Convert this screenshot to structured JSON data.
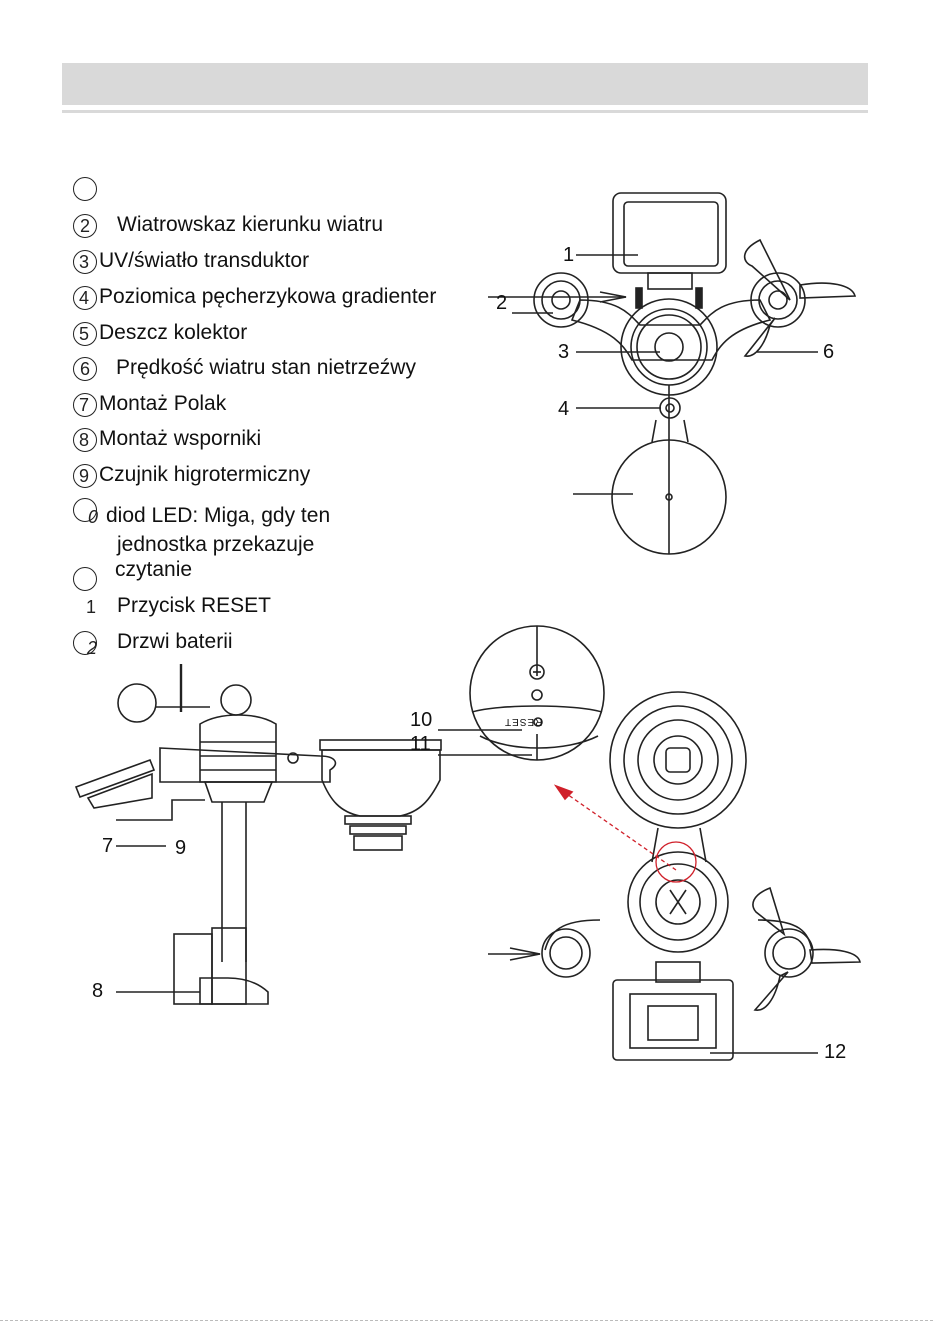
{
  "parts": [
    {
      "number": "",
      "text": ""
    },
    {
      "number": "2",
      "text": "Wiatrowskaz kierunku wiatru"
    },
    {
      "number": "3",
      "text": "UV/światło transduktor"
    },
    {
      "number": "4",
      "text": "Poziomica pęcherzykowa gradienter"
    },
    {
      "number": "5",
      "text": "Deszcz kolektor"
    },
    {
      "number": "6",
      "text": "Prędkość wiatru stan nietrzeźwy"
    },
    {
      "number": "7",
      "text": "Montaż Polak"
    },
    {
      "number": "8",
      "text": "Montaż wsporniki"
    },
    {
      "number": "9",
      "text": "Czujnik higrotermiczny"
    },
    {
      "number": "0",
      "text": "diod LED: Miga, gdy ten",
      "text2": "jednostka przekazuje",
      "text3": "czytanie"
    },
    {
      "number": "1",
      "text": "Przycisk RESET"
    },
    {
      "number": "2",
      "text": "Drzwi baterii"
    }
  ],
  "callouts": {
    "c1": "1",
    "c2": "2",
    "c3": "3",
    "c4": "4",
    "c6": "6",
    "c7": "7",
    "c9": "9",
    "c8": "8",
    "c10": "10",
    "c11": "11",
    "c12": "12"
  },
  "reset_label": "RESET",
  "colors": {
    "header": "#d9d9d9",
    "arrow": "#d0202a",
    "line": "#222222"
  }
}
